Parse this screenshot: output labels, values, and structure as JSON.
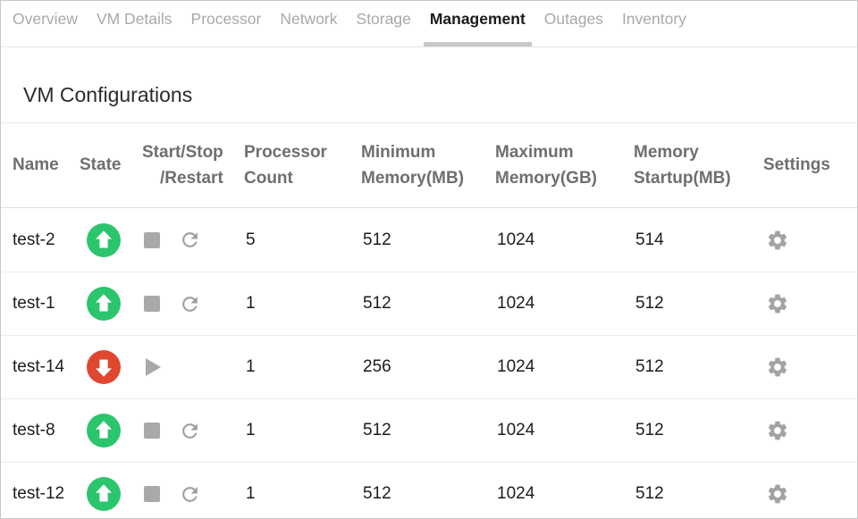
{
  "tabs": [
    {
      "label": "Overview",
      "active": false
    },
    {
      "label": "VM Details",
      "active": false
    },
    {
      "label": "Processor",
      "active": false
    },
    {
      "label": "Network",
      "active": false
    },
    {
      "label": "Storage",
      "active": false
    },
    {
      "label": "Management",
      "active": true
    },
    {
      "label": "Outages",
      "active": false
    },
    {
      "label": "Inventory",
      "active": false
    }
  ],
  "section": {
    "title": "VM Configurations"
  },
  "table": {
    "headers": {
      "name": "Name",
      "state": "State",
      "start_stop_restart": [
        "Start/Stop",
        "/Restart"
      ],
      "processor_count": [
        "Processor",
        "Count"
      ],
      "min_memory": [
        "Minimum",
        "Memory(MB)"
      ],
      "max_memory": [
        "Maximum",
        "Memory(GB)"
      ],
      "memory_startup": [
        "Memory",
        "Startup(MB)"
      ],
      "settings": "Settings"
    },
    "rows": [
      {
        "name": "test-2",
        "state": "up",
        "actions": [
          "stop",
          "restart"
        ],
        "processor_count": "5",
        "min_memory_mb": "512",
        "max_memory_gb": "1024",
        "memory_startup_mb": "514"
      },
      {
        "name": "test-1",
        "state": "up",
        "actions": [
          "stop",
          "restart"
        ],
        "processor_count": "1",
        "min_memory_mb": "512",
        "max_memory_gb": "1024",
        "memory_startup_mb": "512"
      },
      {
        "name": "test-14",
        "state": "down",
        "actions": [
          "start"
        ],
        "processor_count": "1",
        "min_memory_mb": "256",
        "max_memory_gb": "1024",
        "memory_startup_mb": "512"
      },
      {
        "name": "test-8",
        "state": "up",
        "actions": [
          "stop",
          "restart"
        ],
        "processor_count": "1",
        "min_memory_mb": "512",
        "max_memory_gb": "1024",
        "memory_startup_mb": "512"
      },
      {
        "name": "test-12",
        "state": "up",
        "actions": [
          "stop",
          "restart"
        ],
        "processor_count": "1",
        "min_memory_mb": "512",
        "max_memory_gb": "1024",
        "memory_startup_mb": "512"
      }
    ]
  },
  "icons": {
    "state_up": "green-circle-up-arrow",
    "state_down": "red-circle-down-arrow",
    "stop": "gray-square",
    "restart": "circular-arrow",
    "start": "play-triangle",
    "settings": "gear"
  },
  "colors": {
    "state_up": "#2bc56d",
    "state_down": "#e0472f",
    "icon_gray": "#a3a3a3",
    "active_tab_indicator": "#c8c8c8",
    "header_text": "#6f6f6f",
    "inactive_tab_text": "#a8a8a8"
  }
}
